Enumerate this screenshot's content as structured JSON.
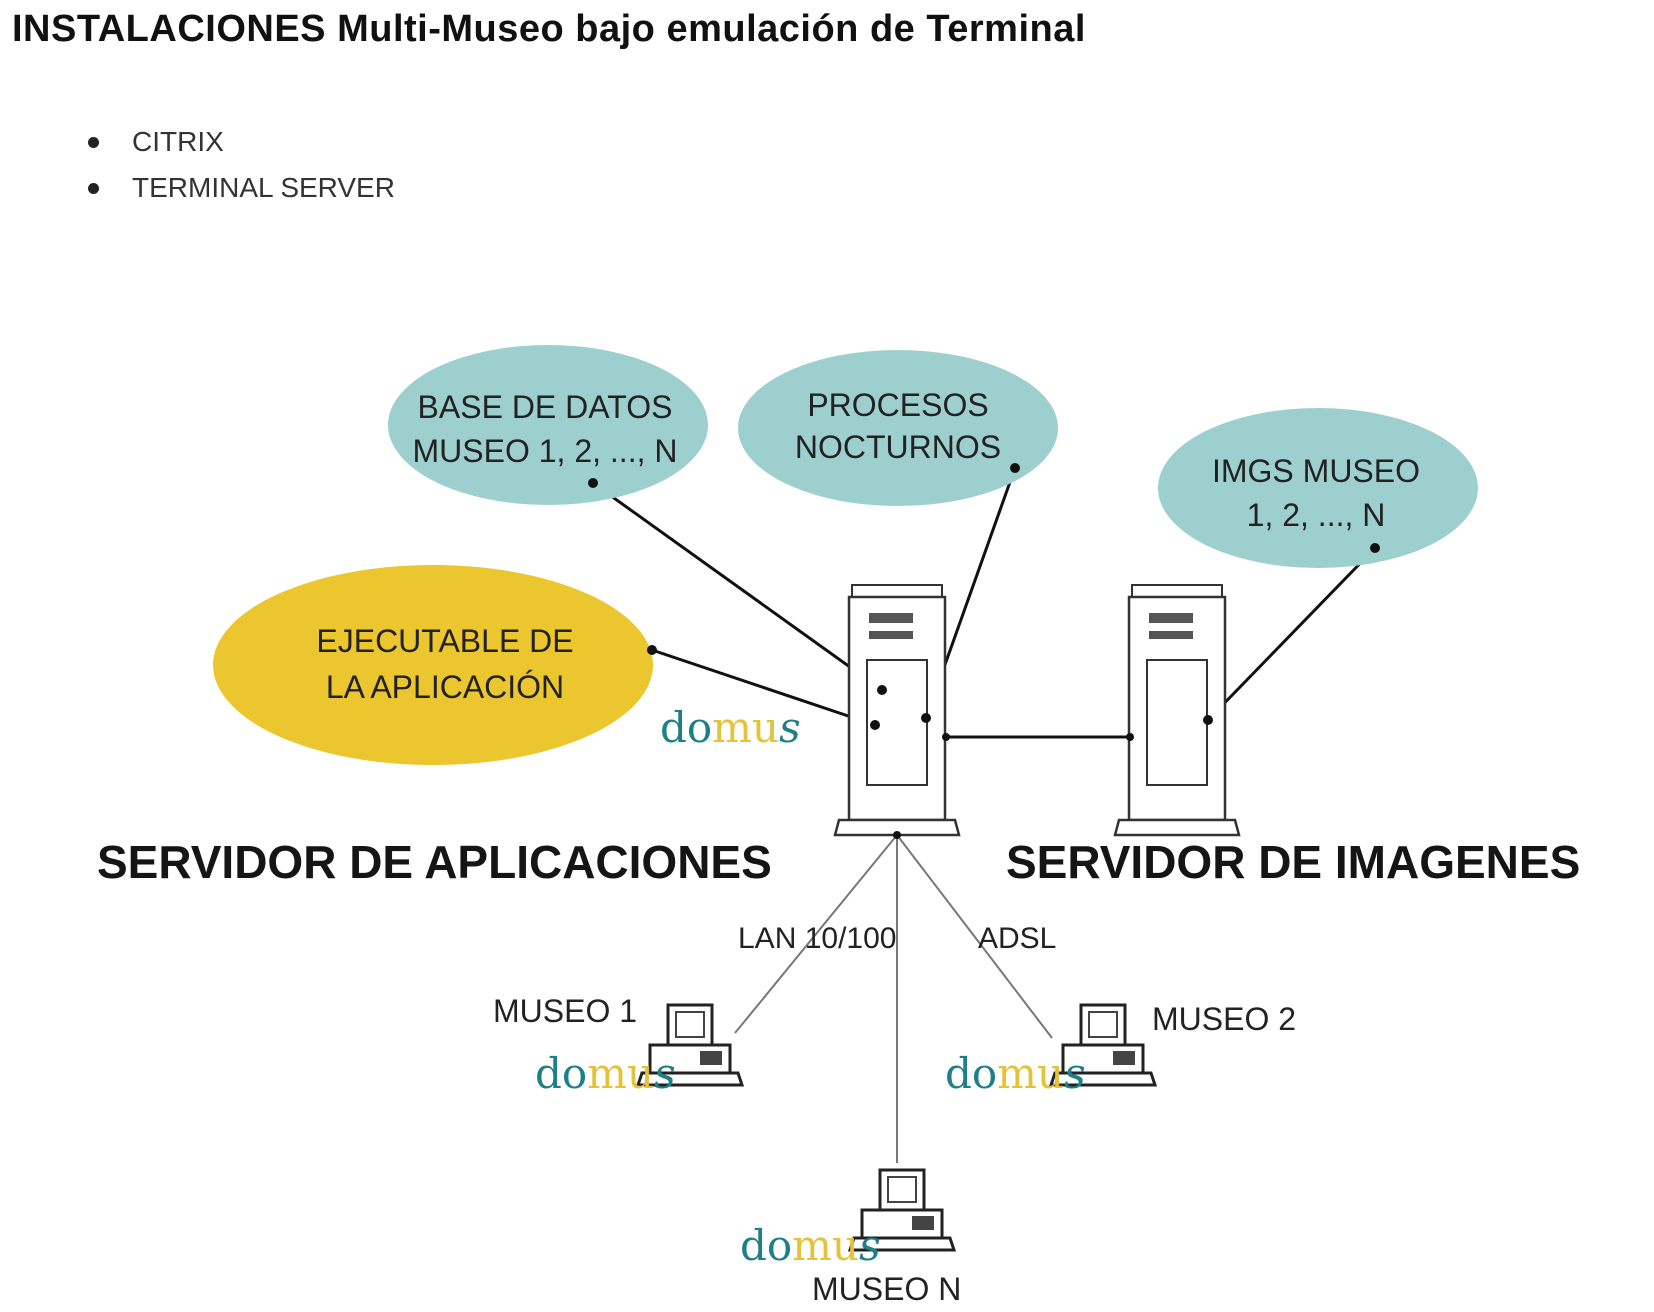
{
  "title": "INSTALACIONES Multi-Museo bajo emulación de Terminal",
  "bullets": [
    "CITRIX",
    "TERMINAL SERVER"
  ],
  "nodes": {
    "db_line1": "BASE DE DATOS",
    "db_line2": "MUSEO 1, 2, ..., N",
    "proc_line1": "PROCESOS",
    "proc_line2": "NOCTURNOS",
    "imgs_line1": "IMGS MUSEO",
    "imgs_line2": "1, 2, ..., N",
    "exe_line1": "EJECUTABLE DE",
    "exe_line2": "LA APLICACIÓN",
    "app_server": "SERVIDOR DE APLICACIONES",
    "img_server": "SERVIDOR DE IMAGENES",
    "lan": "LAN 10/100",
    "adsl": "ADSL",
    "museo1": "MUSEO 1",
    "museo2": "MUSEO 2",
    "museoN": "MUSEO N"
  },
  "logo": {
    "part1": "do",
    "part2": "mu",
    "part3": "s"
  },
  "colors": {
    "ellipse_teal": "#9ecfcf",
    "ellipse_yellow": "#ebc62e",
    "logo_teal": "#1f7f86",
    "logo_yellow": "#e3c33a"
  }
}
